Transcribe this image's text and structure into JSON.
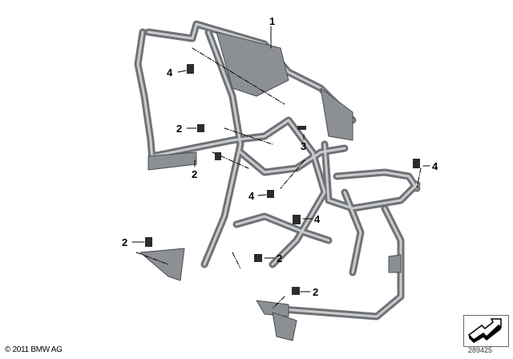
{
  "diagram": {
    "callouts": [
      {
        "label": "1",
        "part": "frame"
      },
      {
        "label": "4"
      },
      {
        "label": "2"
      },
      {
        "label": "3"
      },
      {
        "label": "2"
      },
      {
        "label": "4"
      },
      {
        "label": "4"
      },
      {
        "label": "4"
      },
      {
        "label": "2"
      },
      {
        "label": "2"
      },
      {
        "label": "2"
      }
    ],
    "copyright": "© 2011 BMW AG",
    "diagram_number": "289425",
    "colors": {
      "tube": "#8c8f93",
      "tube_highlight": "#c9cbce",
      "dark": "#4a4c4f"
    }
  }
}
